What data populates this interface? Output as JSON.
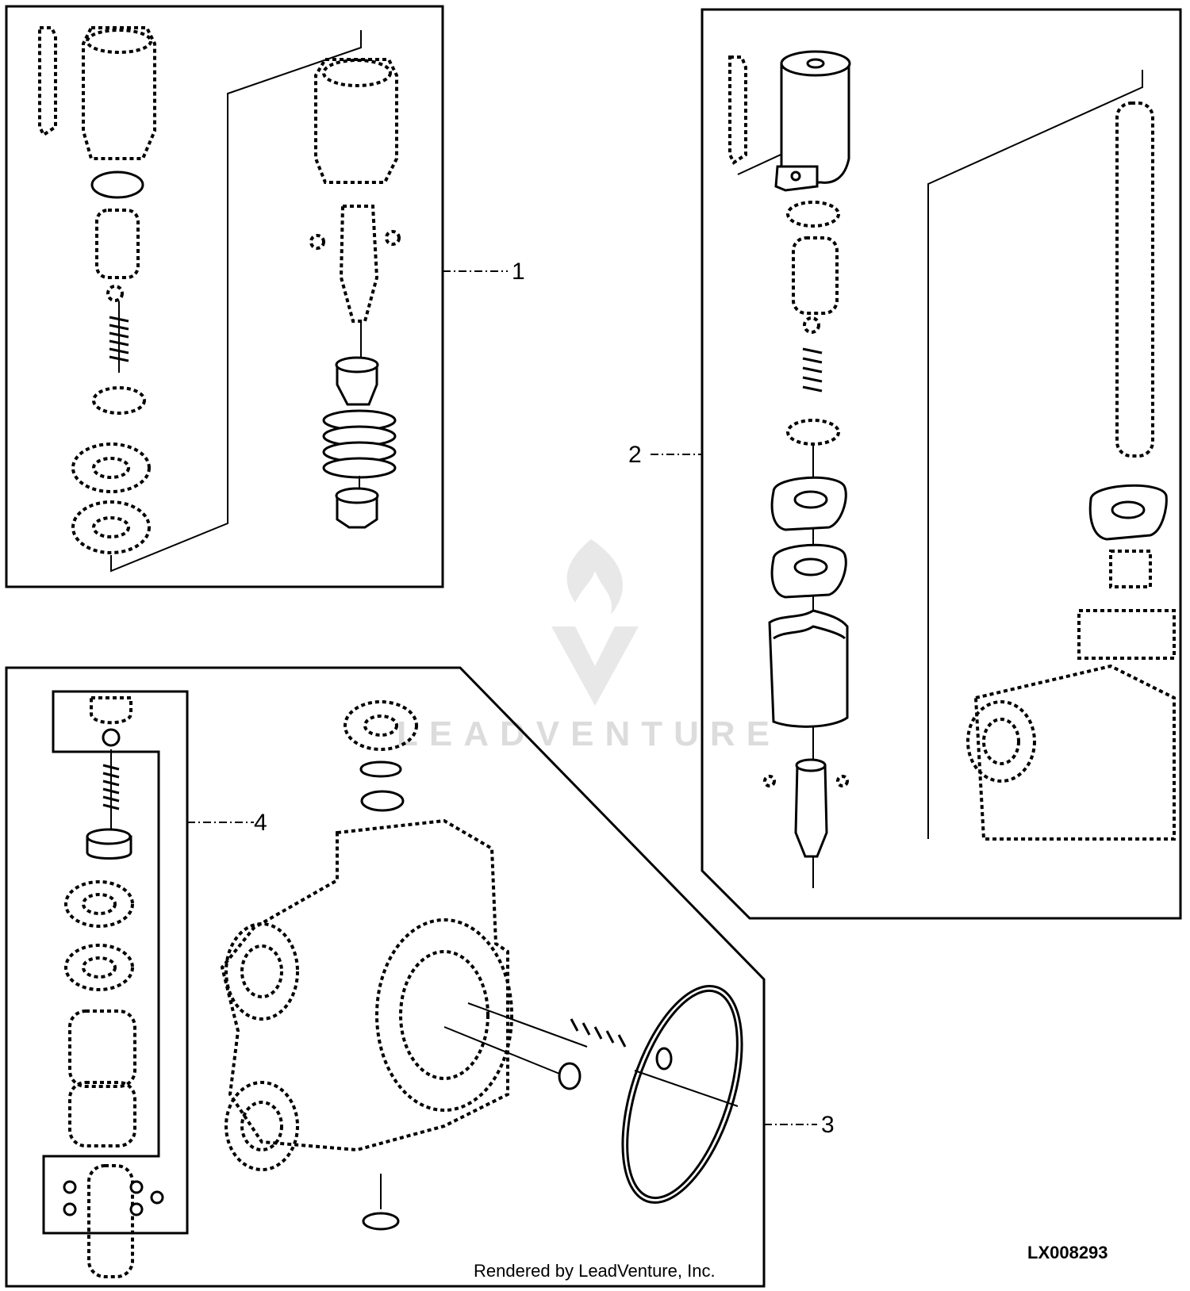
{
  "diagram": {
    "callouts": [
      {
        "id": "callout-1",
        "number": "1"
      },
      {
        "id": "callout-2",
        "number": "2"
      },
      {
        "id": "callout-3",
        "number": "3"
      },
      {
        "id": "callout-4",
        "number": "4"
      }
    ],
    "figure_id": "LX008293",
    "credit": "Rendered by LeadVenture, Inc.",
    "watermark": "LEADVENTURE"
  }
}
